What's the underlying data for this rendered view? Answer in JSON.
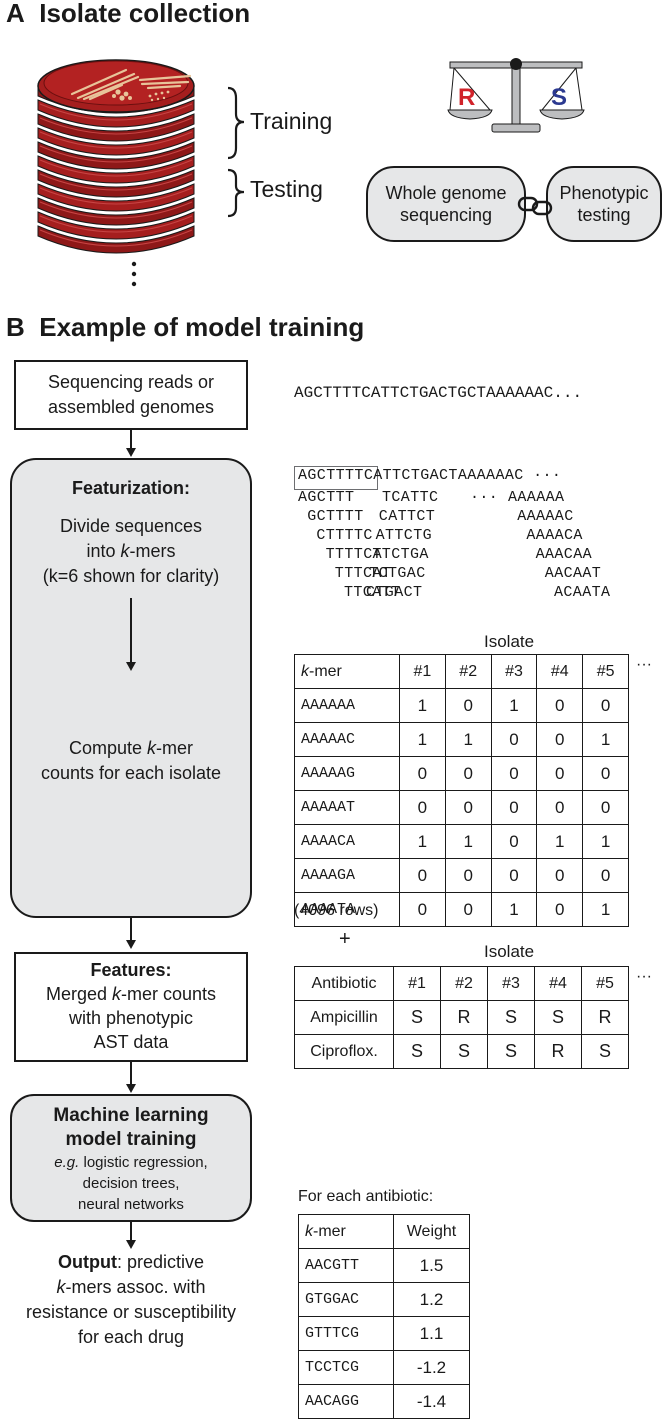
{
  "panel_a": {
    "letter": "A",
    "title": "Isolate collection",
    "training_label": "Training",
    "testing_label": "Testing",
    "scale_r": "R",
    "scale_s": "S",
    "wgs_label": "Whole genome sequencing",
    "pheno_label": "Phenotypic testing",
    "colors": {
      "plate": "#a51e1e",
      "plate_dark": "#7a1212",
      "r_red": "#d1232a",
      "s_blue": "#2b3990",
      "gray_fill": "#e6e7e8"
    }
  },
  "panel_b": {
    "letter": "B",
    "title": "Example of model training",
    "reads_box": "Sequencing reads or assembled genomes",
    "sequence": "AGCTTTTCATTCTGACTGCTAAAAAAC...",
    "sequence2_boxed": "AGCTTT",
    "sequence2_rest": "TCATTCTGACTAAAAAAC",
    "sequence2_ellipsis": "···",
    "kmer_ellipsis": "···",
    "kmer_col1": [
      "AGCTTT",
      "GCTTTT",
      "CTTTTC",
      "TTTTCA",
      "TTTCAT",
      "TTCATT"
    ],
    "kmer_col2": [
      "TCATTC",
      "CATTCT",
      "ATTCTG",
      "TTCTGA",
      "TCTGAC",
      "CTGACT"
    ],
    "kmer_col3": [
      "AAAAAA",
      "AAAAAC",
      "AAAACA",
      "AAACAA",
      "AACAAT",
      "ACAATA"
    ],
    "featurization_title": "Featurization:",
    "featurization_line1a": "Divide sequences",
    "featurization_line1b_pre": "into ",
    "featurization_line1b_k": "k",
    "featurization_line1b_post": "-mers",
    "featurization_line1c": "(k=6 shown for clarity)",
    "compute_line1_pre": "Compute ",
    "compute_line1_k": "k",
    "compute_line1_post": "-mer",
    "compute_line2": "counts for each isolate",
    "features_title": "Features:",
    "features_line1_pre": "Merged ",
    "features_line1_k": "k",
    "features_line1_post": "-mer counts",
    "features_line2": "with phenotypic",
    "features_line3": "AST data",
    "ml_title1": "Machine learning",
    "ml_title2": "model training",
    "ml_eg": "e.g.",
    "ml_line1": " logistic regression,",
    "ml_line2": "decision trees,",
    "ml_line3": "neural networks",
    "output_bold": "Output",
    "output_line1": ": predictive",
    "output_line2_k": "k",
    "output_line2": "-mers assoc. with",
    "output_line3": "resistance or susceptibility",
    "output_line4": "for each drug",
    "plus": "+",
    "rows_note": "(4096 rows)",
    "isolate_label": "Isolate",
    "isolate_label2": "Isolate",
    "more_cols": "···",
    "more_cols2": "···",
    "for_each": "For each antibiotic:"
  },
  "kmer_table": {
    "header_k": "k",
    "header_rest": "-mer",
    "columns": [
      "#1",
      "#2",
      "#3",
      "#4",
      "#5"
    ],
    "rows": [
      {
        "kmer": "AAAAAA",
        "values": [
          "1",
          "0",
          "1",
          "0",
          "0"
        ]
      },
      {
        "kmer": "AAAAAC",
        "values": [
          "1",
          "1",
          "0",
          "0",
          "1"
        ]
      },
      {
        "kmer": "AAAAAG",
        "values": [
          "0",
          "0",
          "0",
          "0",
          "0"
        ]
      },
      {
        "kmer": "AAAAAT",
        "values": [
          "0",
          "0",
          "0",
          "0",
          "0"
        ]
      },
      {
        "kmer": "AAAACA",
        "values": [
          "1",
          "1",
          "0",
          "1",
          "1"
        ]
      },
      {
        "kmer": "AAAAGA",
        "values": [
          "0",
          "0",
          "0",
          "0",
          "0"
        ]
      },
      {
        "kmer": "AAAATA",
        "values": [
          "0",
          "0",
          "1",
          "0",
          "1"
        ]
      }
    ]
  },
  "ast_table": {
    "header": "Antibiotic",
    "columns": [
      "#1",
      "#2",
      "#3",
      "#4",
      "#5"
    ],
    "rows": [
      {
        "name": "Ampicillin",
        "values": [
          "S",
          "R",
          "S",
          "S",
          "R"
        ]
      },
      {
        "name": "Ciproflox.",
        "values": [
          "S",
          "S",
          "S",
          "R",
          "S"
        ]
      }
    ]
  },
  "weight_table": {
    "header_k": "k",
    "header_rest": "-mer",
    "header_weight": "Weight",
    "rows": [
      {
        "kmer": "AACGTT",
        "weight": "1.5"
      },
      {
        "kmer": "GTGGAC",
        "weight": "1.2"
      },
      {
        "kmer": "GTTTCG",
        "weight": "1.1"
      },
      {
        "kmer": "TCCTCG",
        "weight": "-1.2"
      },
      {
        "kmer": "AACAGG",
        "weight": "-1.4"
      }
    ]
  }
}
